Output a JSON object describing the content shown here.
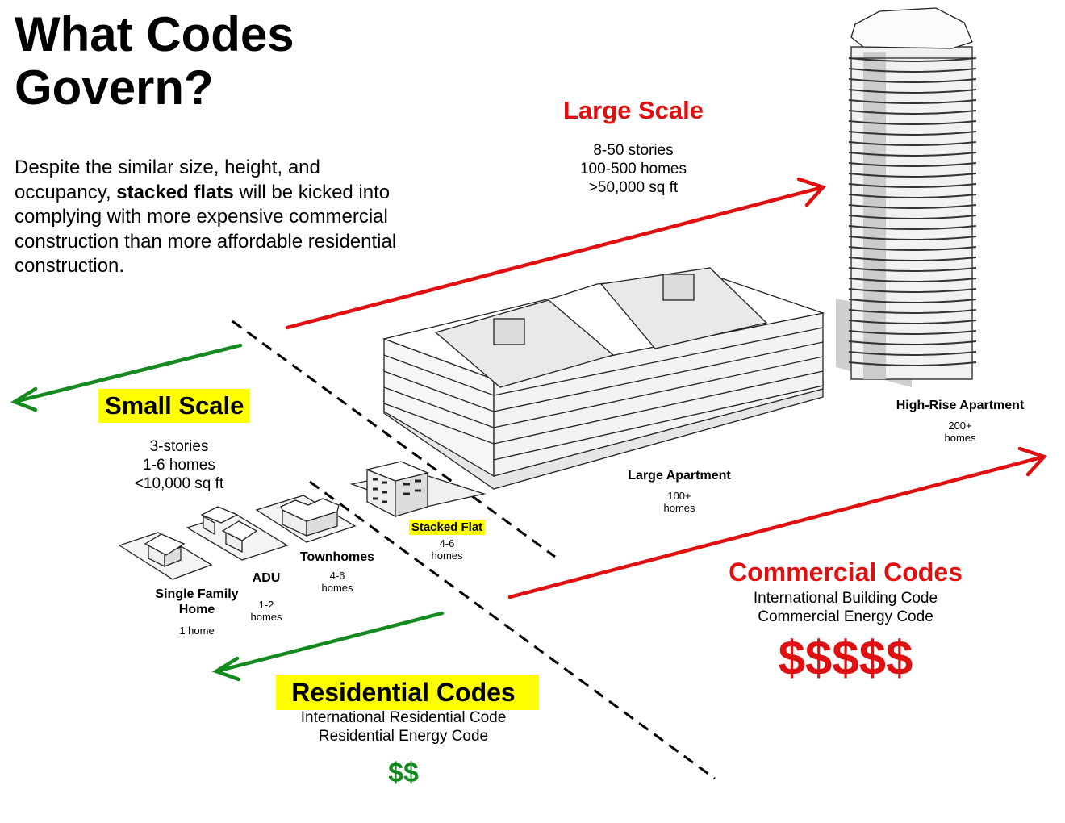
{
  "title": "What Codes Govern?",
  "intro": {
    "before": "Despite the similar size, height, and occupancy,",
    "bold": "stacked flats",
    "after": "will be kicked into complying with more expensive commercial construction than more affordable residential construction."
  },
  "large_scale": {
    "heading": "Large Scale",
    "lines": [
      "8-50 stories",
      "100-500 homes",
      ">50,000 sq ft"
    ]
  },
  "small_scale": {
    "heading": "Small Scale",
    "lines": [
      "3-stories",
      "1-6 homes",
      "<10,000 sq ft"
    ]
  },
  "buildings": {
    "high_rise": {
      "name": "High-Rise Apartment",
      "homes": [
        "200+",
        "homes"
      ]
    },
    "large_apartment": {
      "name": "Large Apartment",
      "homes": [
        "100+",
        "homes"
      ]
    },
    "stacked_flat": {
      "name": "Stacked Flat",
      "homes": [
        "4-6",
        "homes"
      ]
    },
    "townhomes": {
      "name": "Townhomes",
      "homes": [
        "4-6",
        "homes"
      ]
    },
    "adu": {
      "name": "ADU",
      "homes": [
        "1-2",
        "homes"
      ]
    },
    "single_family": {
      "name": [
        "Single Family",
        "Home"
      ],
      "homes": "1 home"
    }
  },
  "commercial": {
    "heading": "Commercial Codes",
    "lines": [
      "International Building Code",
      "Commercial Energy Code"
    ],
    "cost": "$$$$$"
  },
  "residential": {
    "heading": "Residential Codes",
    "lines": [
      "International Residential Code",
      "Residential Energy Code"
    ],
    "cost": "$$"
  },
  "colors": {
    "red": "#e01010",
    "green": "#148a1e",
    "highlight": "#ffff00"
  }
}
